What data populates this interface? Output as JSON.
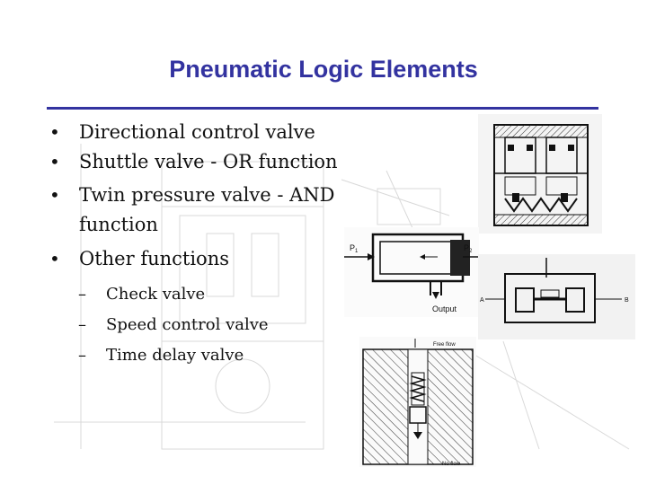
{
  "slide": {
    "title": "Pneumatic Logic Elements",
    "accent_color": "#3333a0",
    "bullets": [
      {
        "text": "Directional control valve"
      },
      {
        "text": "Shuttle valve - OR function"
      },
      {
        "text": "Twin pressure valve - AND function"
      },
      {
        "text": "Other functions"
      }
    ],
    "sub_bullets": [
      {
        "text": "Check valve"
      },
      {
        "text": "Speed control valve"
      },
      {
        "text": "Time delay valve"
      }
    ]
  },
  "diagrams": {
    "shuttle": {
      "port_left": "P",
      "port_left_sub": "1",
      "port_right": "P",
      "port_right_sub": "2",
      "output": "Output"
    },
    "twin": {
      "port_a": "A",
      "port_b": "B"
    },
    "speed": {
      "top_label": "Free flow",
      "bottom_label": "No flow"
    }
  }
}
